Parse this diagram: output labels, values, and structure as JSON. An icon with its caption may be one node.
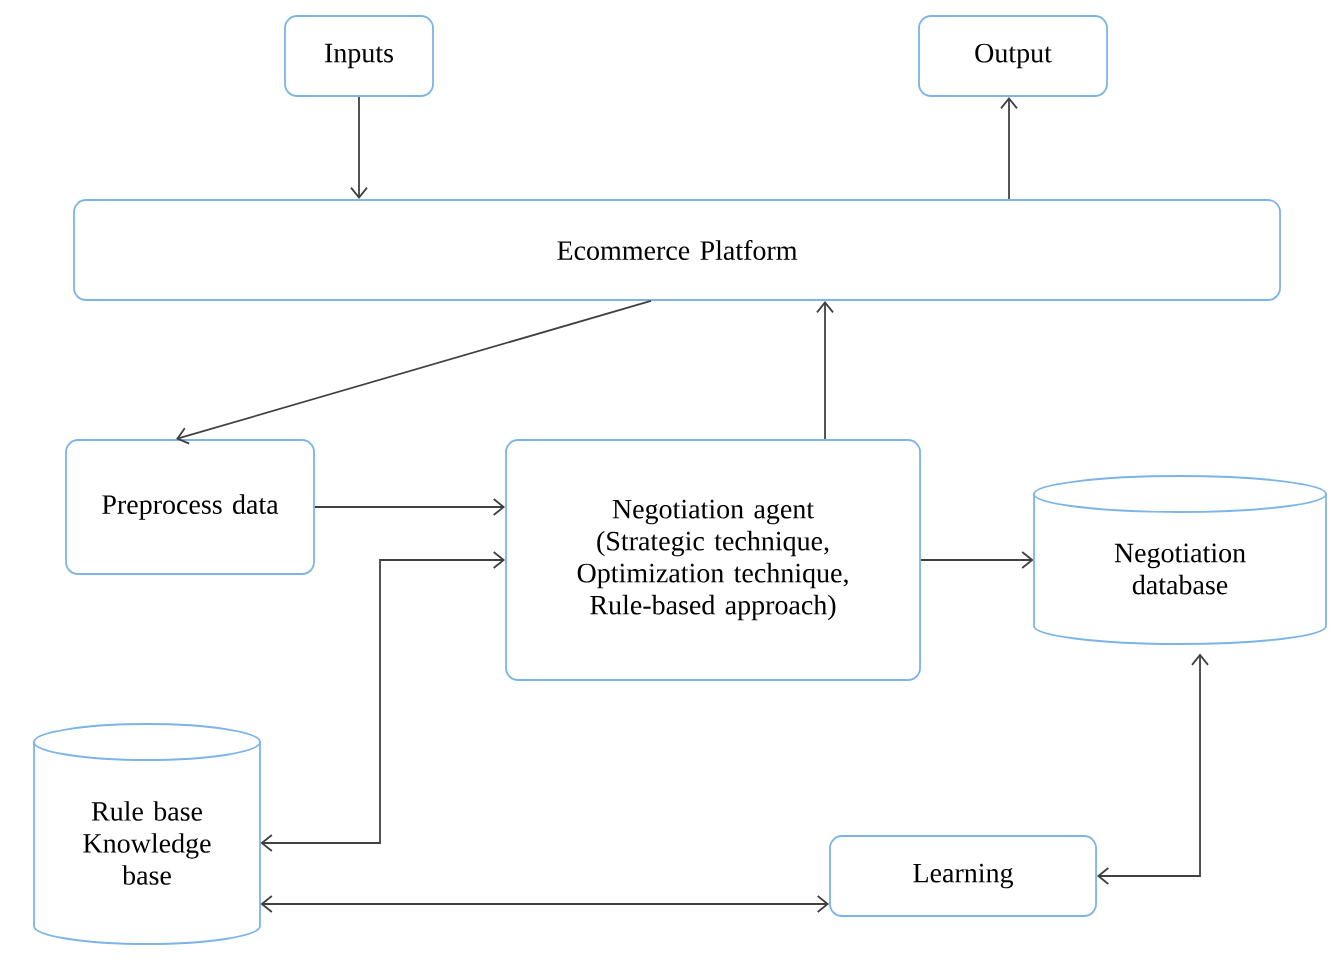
{
  "diagram": {
    "nodes": [
      {
        "text": [
          "Inputs"
        ]
      },
      {
        "text": [
          "Output"
        ]
      },
      {
        "text": [
          "Ecommerce Platform"
        ]
      },
      {
        "text": [
          "Preprocess data"
        ]
      },
      {
        "text": [
          "Negotiation agent (Strategic technique, Optimization technique, Rule-based approach)"
        ]
      },
      {
        "text": [
          "Negotiation database"
        ]
      },
      {
        "text": [
          "Rule base Knowledge base"
        ]
      },
      {
        "text": [
          "Learning"
        ]
      }
    ],
    "edges": [
      {
        "from": 0,
        "to": 2,
        "arrow": "to"
      },
      {
        "from": 2,
        "to": 1,
        "arrow": "to"
      },
      {
        "from": 2,
        "to": 3,
        "arrow": "to"
      },
      {
        "from": 3,
        "to": 4,
        "arrow": "to"
      },
      {
        "from": 4,
        "to": 2,
        "arrow": "to"
      },
      {
        "from": 4,
        "to": 5,
        "arrow": "to"
      },
      {
        "from": 6,
        "to": 4,
        "arrow": "both"
      },
      {
        "from": 6,
        "to": 7,
        "arrow": "both"
      },
      {
        "from": 7,
        "to": 5,
        "arrow": "both"
      }
    ]
  }
}
